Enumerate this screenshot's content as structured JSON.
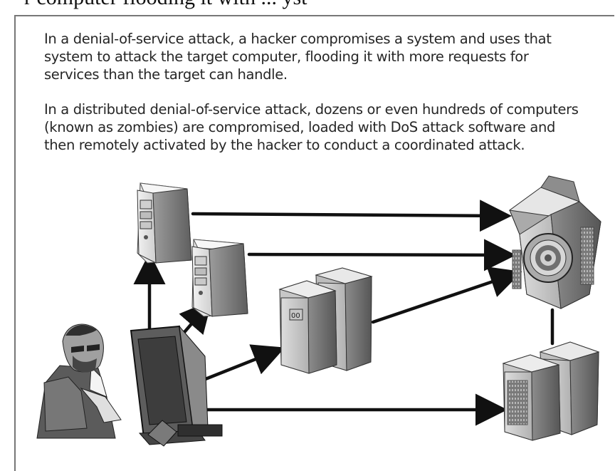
{
  "header": {
    "cut_text": "r computer flooding it with ... yst"
  },
  "intro": {
    "dos_text": "In a denial-of-service attack, a hacker compromises a system and uses that system to attack the target computer, flooding it with more requests for services than the target can handle.",
    "ddos_text": "In a distributed denial-of-service attack, dozens or even hundreds of computers (known as zombies) are compromised, loaded with DoS attack software and then remotely activated by the hacker to conduct a coordinated attack."
  },
  "diagram": {
    "nodes": [
      {
        "name": "hacker",
        "icon": "hacker-person-icon"
      },
      {
        "name": "hacker-monitor",
        "icon": "crt-monitor-icon"
      },
      {
        "name": "zombie-tower-1",
        "icon": "desktop-tower-icon"
      },
      {
        "name": "zombie-tower-2",
        "icon": "desktop-tower-icon"
      },
      {
        "name": "zombie-server-pair",
        "icon": "server-cluster-icon"
      },
      {
        "name": "target-server",
        "icon": "target-server-icon"
      },
      {
        "name": "zombie-server-pair-bottom",
        "icon": "server-cluster-icon"
      }
    ],
    "edges": [
      {
        "from": "hacker-monitor",
        "to": "zombie-tower-1"
      },
      {
        "from": "hacker-monitor",
        "to": "zombie-tower-2"
      },
      {
        "from": "hacker-monitor",
        "to": "zombie-server-pair"
      },
      {
        "from": "hacker-monitor",
        "to": "zombie-server-pair-bottom"
      },
      {
        "from": "zombie-tower-1",
        "to": "target-server"
      },
      {
        "from": "zombie-tower-2",
        "to": "target-server"
      },
      {
        "from": "zombie-server-pair",
        "to": "target-server"
      },
      {
        "from": "zombie-server-pair-bottom",
        "to": "target-server"
      }
    ],
    "colors": {
      "arrow": "#111111",
      "device_light": "#d9d9d9",
      "device_mid": "#a8a8a8",
      "device_dark": "#5e5e5e",
      "target_ring": "#6f6f6f"
    }
  }
}
